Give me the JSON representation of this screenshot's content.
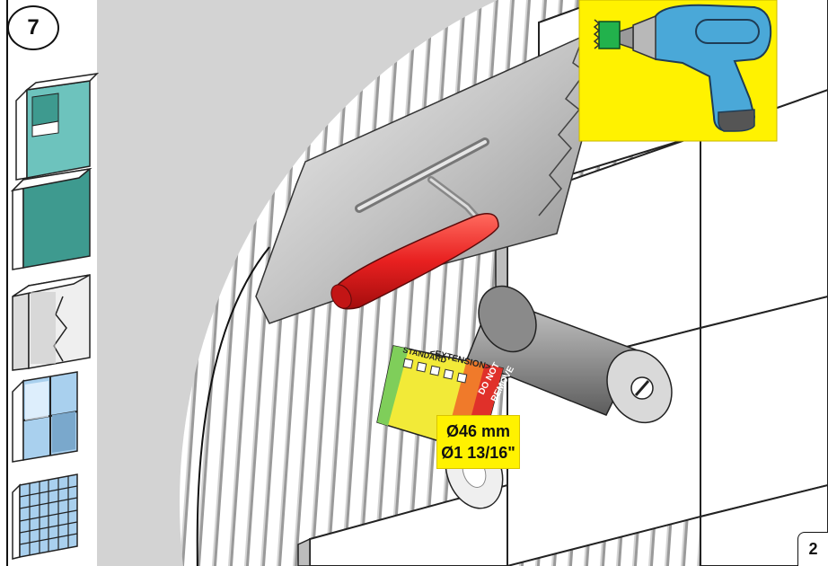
{
  "step_number": "7",
  "page_number": "2",
  "diameter": {
    "metric": "Ø46 mm",
    "imperial": "Ø1 13/16\""
  },
  "sleeve_labels": {
    "standard": "STANDARD",
    "extension": "<EXTENSION>",
    "do_not_remove_1": "DO NOT",
    "do_not_remove_2": "REMOVE"
  },
  "wall_types": [
    "drywall-corner-icon",
    "drywall-panel-icon",
    "masonry-block-icon",
    "large-tile-icon",
    "mosaic-tile-icon"
  ],
  "colors": {
    "drywall": "#6dc3bd",
    "drywall_dark": "#3e9a8f",
    "tile_blue": "#a9d0ee",
    "highlight_yellow": "#fff200",
    "drill_blue": "#4aa8d8",
    "handle_red": "#e62020",
    "wall_grey": "#d0d0d0"
  }
}
